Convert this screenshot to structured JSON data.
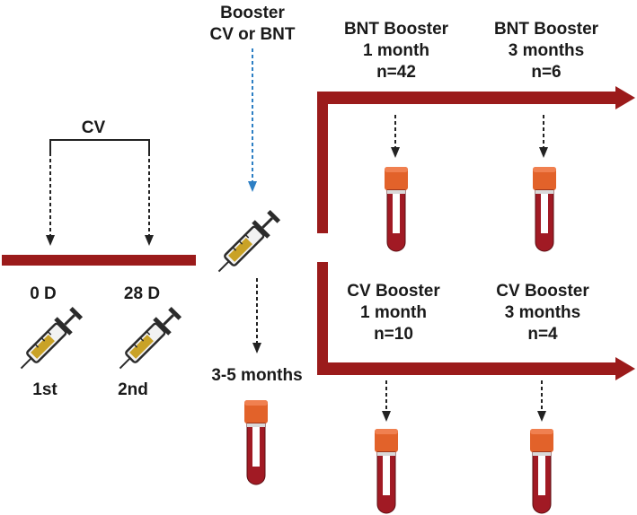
{
  "booster": {
    "line1": "Booster",
    "line2": "CV or BNT"
  },
  "primary": {
    "label": "CV"
  },
  "day0": {
    "label": "0 D",
    "dose": "1st"
  },
  "day28": {
    "label": "28 D",
    "dose": "2nd"
  },
  "interval": {
    "label": "3-5 months"
  },
  "bnt_1m": {
    "line1": "BNT Booster",
    "line2": "1 month",
    "line3": "n=42"
  },
  "bnt_3m": {
    "line1": "BNT Booster",
    "line2": "3 months",
    "line3": "n=6"
  },
  "cv_1m": {
    "line1": "CV Booster",
    "line2": "1 month",
    "line3": "n=10"
  },
  "cv_3m": {
    "line1": "CV Booster",
    "line2": "3 months",
    "line3": "n=4"
  },
  "colors": {
    "timeline": "#9b1b1b",
    "arrow_dashed": "#222222",
    "arrow_booster": "#2d7fc4",
    "blood": "#a11a24",
    "tube_cap": "#e2622a",
    "syringe_liquid": "#c9a227"
  }
}
